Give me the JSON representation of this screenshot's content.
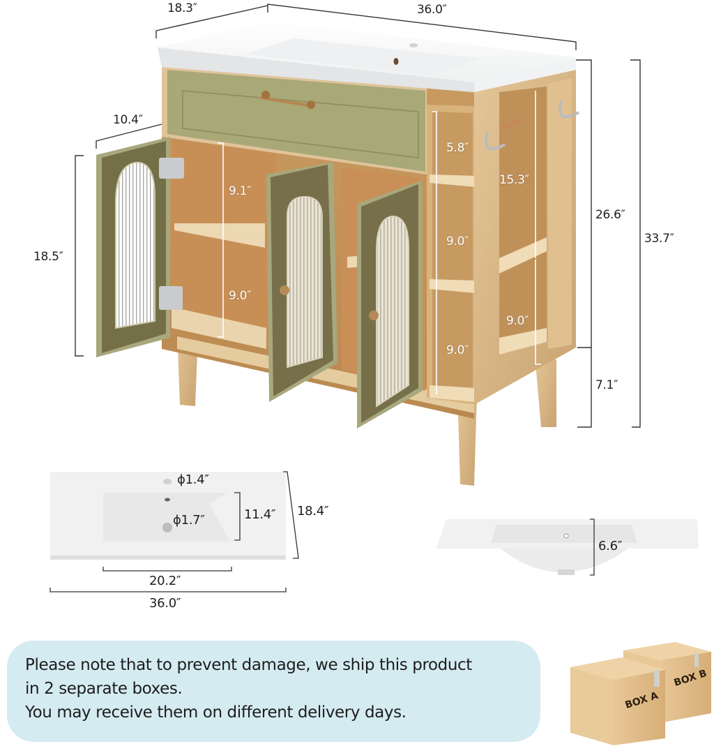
{
  "product": {
    "name": "36 inch bathroom vanity with ceramic sink top, drawer, arched fluted glass doors and open side shelves",
    "colors": {
      "cabinet_green": "#9c9c6e",
      "door_inner_green": "#77704a",
      "wood": "#d9b98a",
      "sink_white": "#f7f7f7",
      "handle_gold": "#b58550",
      "dimension_line": "#333333",
      "note_background": "#d5ebf2",
      "box_cardboard": "#e3bf8d"
    }
  },
  "overall_dimensions": {
    "depth": "18.3″",
    "width_top": "36.0″",
    "cabinet_height": "26.6″",
    "total_height": "33.7″",
    "leg_height": "7.1″",
    "door_width": "10.4″",
    "door_height": "18.5″"
  },
  "interior_dimensions": {
    "cabinet_upper_shelf": "9.1″",
    "cabinet_lower_shelf": "9.0″",
    "side_shelf_top": "5.8″",
    "side_shelf_middle": "9.0″",
    "side_shelf_bottom": "9.0″",
    "towel_bay_upper": "15.3″",
    "towel_bay_lower": "9.0″"
  },
  "sink_top_view": {
    "faucet_hole": "ϕ1.4″",
    "drain_hole": "ϕ1.7″",
    "basin_depth": "11.4″",
    "overall_depth": "18.4″",
    "basin_width": "20.2″",
    "overall_width": "36.0″"
  },
  "sink_side_view": {
    "height": "6.6″"
  },
  "shipping_note": {
    "line1": "Please note that to prevent damage, we ship this product",
    "line2": "in 2 separate boxes.",
    "line3": "You may receive them on different delivery days."
  },
  "boxes": {
    "box_a_label": "BOX A",
    "box_b_label": "BOX B"
  }
}
